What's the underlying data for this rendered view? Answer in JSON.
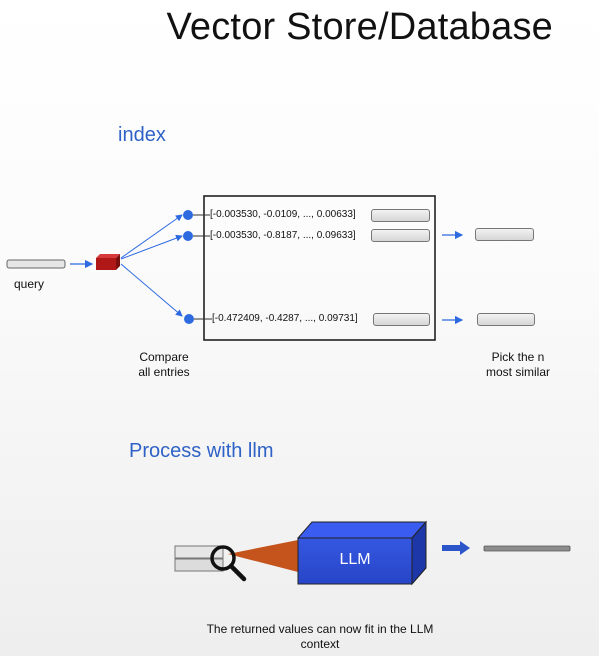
{
  "title": "Vector Store/Database",
  "sections": {
    "index": "index",
    "process": "Process with llm"
  },
  "labels": {
    "query": "query",
    "compare_line1": "Compare",
    "compare_line2": "all entries",
    "pick_line1": "Pick the n",
    "pick_line2": "most similar",
    "llm": "LLM",
    "caption_line1": "The returned values can now fit in the LLM",
    "caption_line2": "context"
  },
  "vectors": [
    "[-0.003530, -0.0109, ..., 0.00633]",
    "[-0.003530, -0.8187, ..., 0.09633]",
    "[-0.472409, -0.4287, ..., 0.09731]"
  ],
  "colors": {
    "accent_blue": "#2f62c6",
    "dot_blue": "#2d6ae0",
    "query_red": "#b01818",
    "llm_blue": "#2b4fd8",
    "magnifier_cone": "#c4541c"
  },
  "icons": {
    "query_cube": "red-cube-icon",
    "magnifier": "magnifying-glass-icon",
    "llm_box": "3d-box-icon"
  }
}
